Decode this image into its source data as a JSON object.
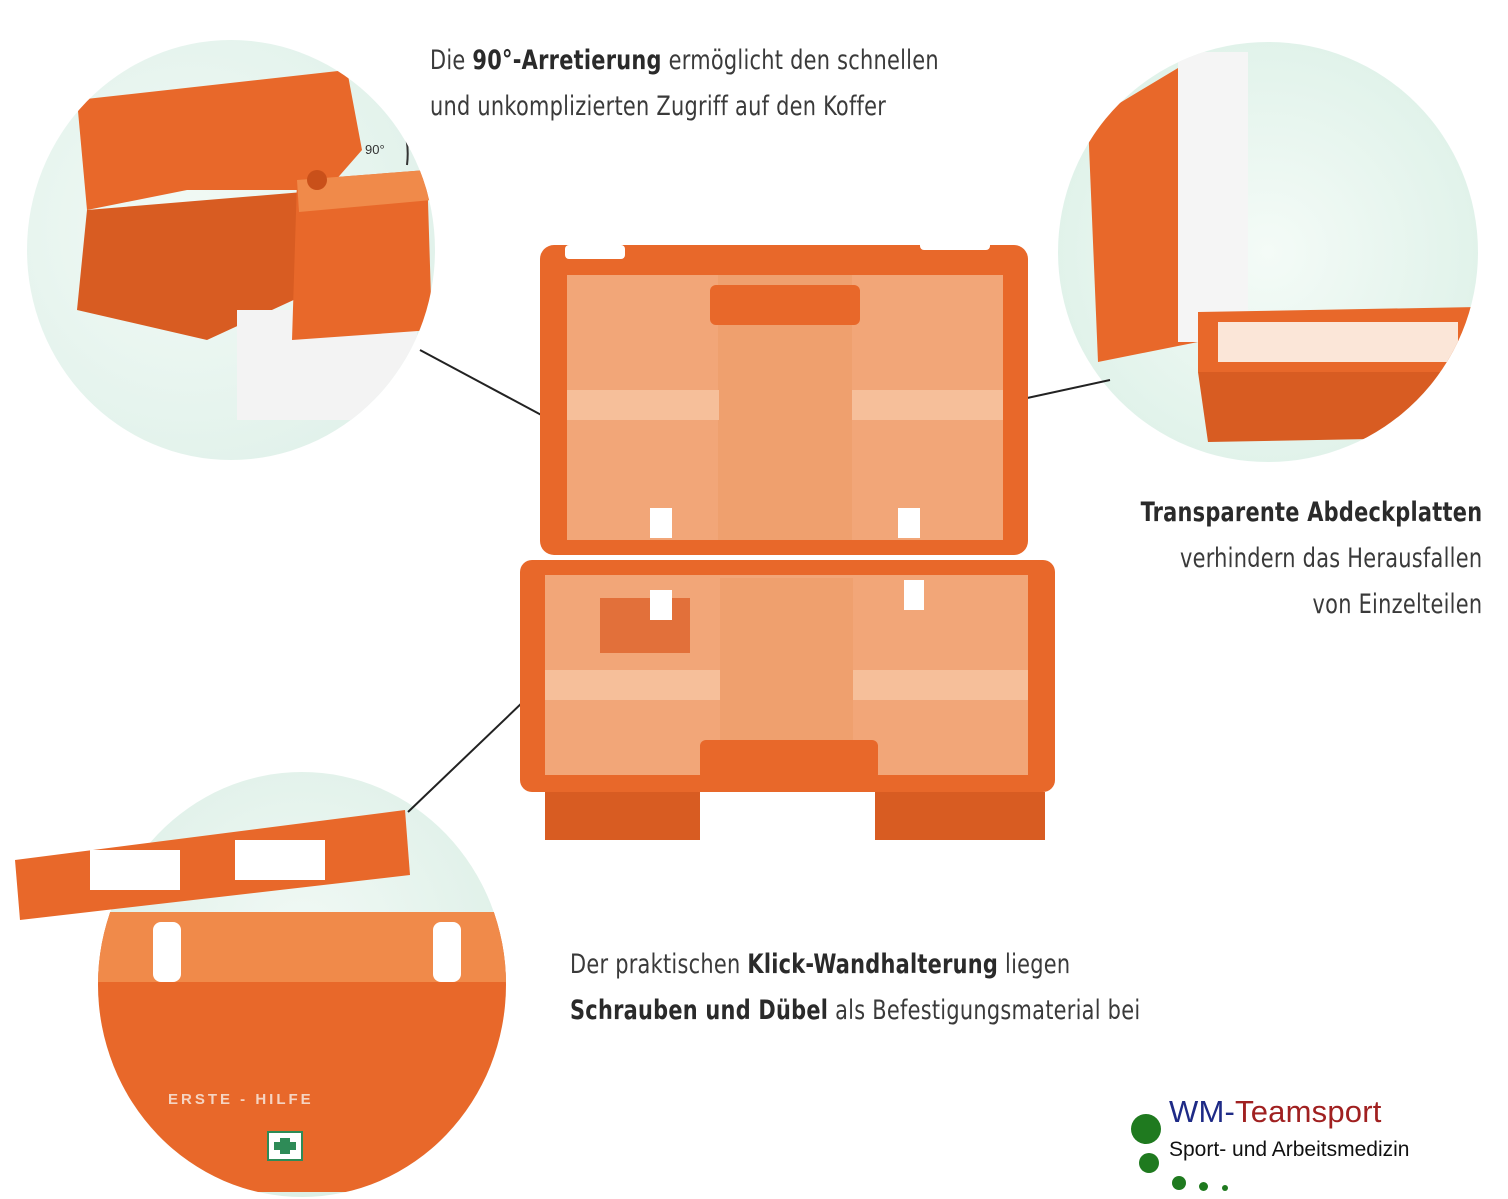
{
  "callouts": {
    "top": {
      "line1_pre": "Die ",
      "line1_bold": "90°-Arretierung",
      "line1_post": " ermöglicht den schnellen",
      "line2": "und unkomplizierten Zugriff auf den Koffer"
    },
    "right": {
      "line1_bold": "Transparente Abdeckplatten",
      "line2": "verhindern das Herausfallen",
      "line3": "von Einzelteilen"
    },
    "bottom": {
      "line1_pre": "Der praktischen ",
      "line1_bold": "Klick-Wandhalterung",
      "line1_post": " liegen",
      "line2_bold": "Schrauben und Dübel",
      "line2_post": " als Befestigungsmaterial bei"
    }
  },
  "hinge_angle_label": "90°",
  "case_label": "ERSTE - HILFE",
  "logo": {
    "brand_part1": "WM-",
    "brand_part2": "Teamsport",
    "subtitle": "Sport- und Arbeitsmedizin"
  },
  "colors": {
    "case_orange": "#e8682a",
    "case_orange_dark": "#c9501a",
    "case_interior": "#f0a070",
    "logo_blue": "#1e2a86",
    "logo_red": "#a02020",
    "logo_green": "#1f7a1f",
    "circle_bg": "#dcefe7"
  }
}
